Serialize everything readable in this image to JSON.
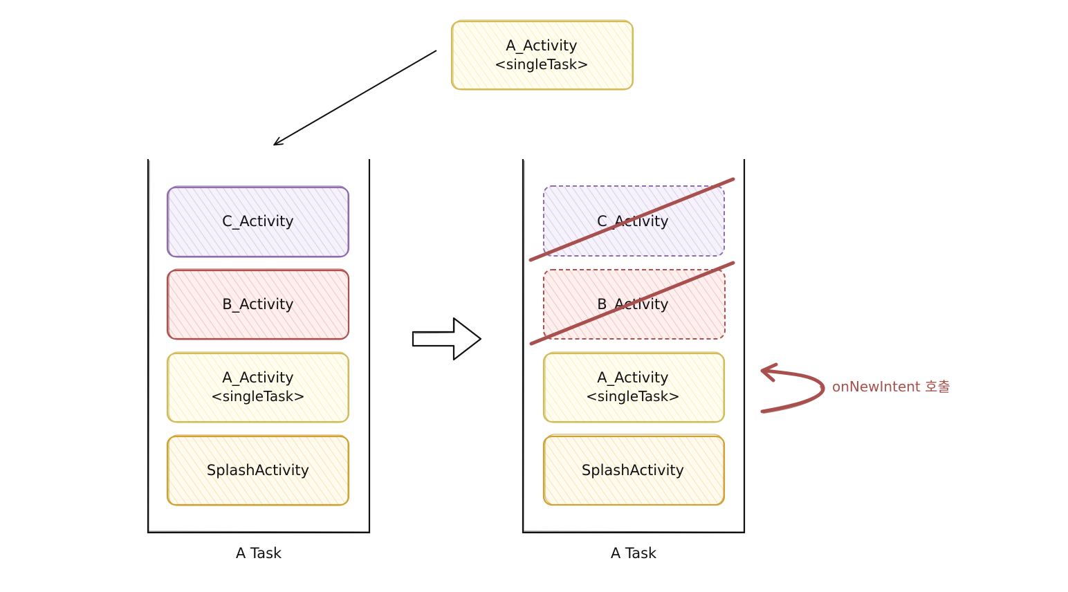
{
  "colors": {
    "purple_stroke": "#8f6dab",
    "purple_fill": "#ddd2ee",
    "red_stroke": "#b0504c",
    "red_fill": "#f3c7c4",
    "yellow_stroke": "#d2bb59",
    "yellow_fill": "#fbf4c9",
    "gold_stroke": "#cfa236",
    "gold_fill": "#fbe6b8",
    "strike": "#a8504d",
    "ink": "#111111"
  },
  "incoming": {
    "name": "A_Activity",
    "mode": "<singleTask>"
  },
  "before_task": {
    "label": "A Task",
    "stack": [
      {
        "name": "C_Activity",
        "mode": ""
      },
      {
        "name": "B_Activity",
        "mode": ""
      },
      {
        "name": "A_Activity",
        "mode": "<singleTask>"
      },
      {
        "name": "SplashActivity",
        "mode": ""
      }
    ]
  },
  "after_task": {
    "label": "A Task",
    "stack": [
      {
        "name": "C_Activity",
        "mode": "",
        "removed": true
      },
      {
        "name": "B_Activity",
        "mode": "",
        "removed": true
      },
      {
        "name": "A_Activity",
        "mode": "<singleTask>",
        "removed": false
      },
      {
        "name": "SplashActivity",
        "mode": "",
        "removed": false
      }
    ]
  },
  "callback": {
    "text": "onNewIntent 호출"
  },
  "icons": {
    "transition": "right-arrow-icon",
    "callback": "curved-arrow-icon"
  }
}
